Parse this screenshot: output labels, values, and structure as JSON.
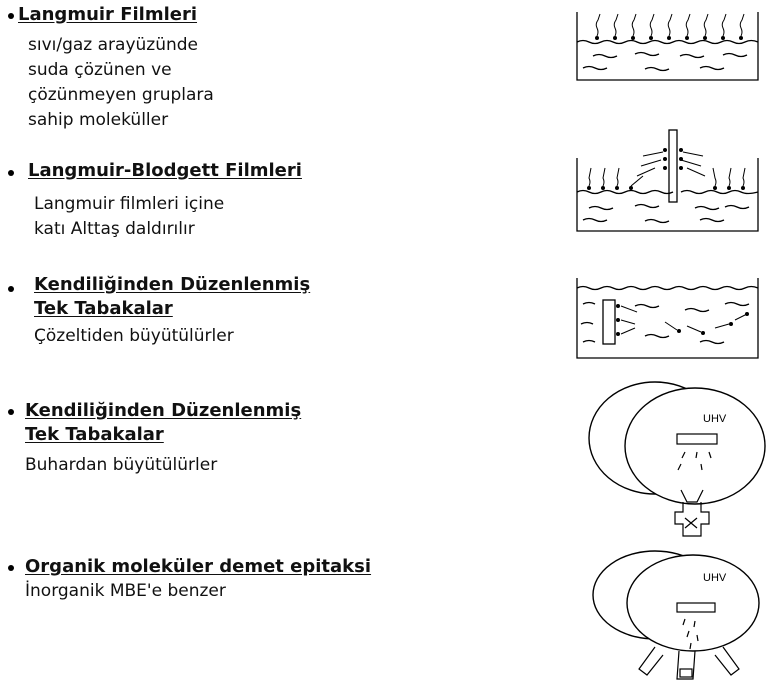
{
  "items": [
    {
      "title_lines": [
        "Langmuir Filmleri"
      ],
      "desc_lines": [
        "sıvı/gaz arayüzünde",
        "suda çözünen ve",
        "çözünmeyen gruplara",
        "sahip moleküller"
      ],
      "figure": "langmuir-trough-diagram"
    },
    {
      "title_lines": [
        "Langmuir-Blodgett Filmleri"
      ],
      "desc_lines": [
        "Langmuir filmleri içine",
        "katı   Alttaş    daldırılır"
      ],
      "figure": "langmuir-blodgett-dipping-diagram"
    },
    {
      "title_lines": [
        "Kendiliğinden Düzenlenmiş",
        "Tek Tabakalar"
      ],
      "desc_lines": [
        "Çözeltiden büyütülürler"
      ],
      "figure": "solution-self-assembly-diagram"
    },
    {
      "title_lines": [
        "Kendiliğinden Düzenlenmiş",
        "Tek Tabakalar"
      ],
      "desc_lines": [
        "Buhardan büyütülürler"
      ],
      "figure": "vapor-deposition-chamber-diagram",
      "chamber_label": "UHV"
    },
    {
      "title_lines": [
        "Organik moleküler demet epitaksi"
      ],
      "desc_lines": [
        "İnorganik MBE'e benzer"
      ],
      "figure": "ombe-chamber-diagram",
      "chamber_label": "UHV"
    }
  ]
}
